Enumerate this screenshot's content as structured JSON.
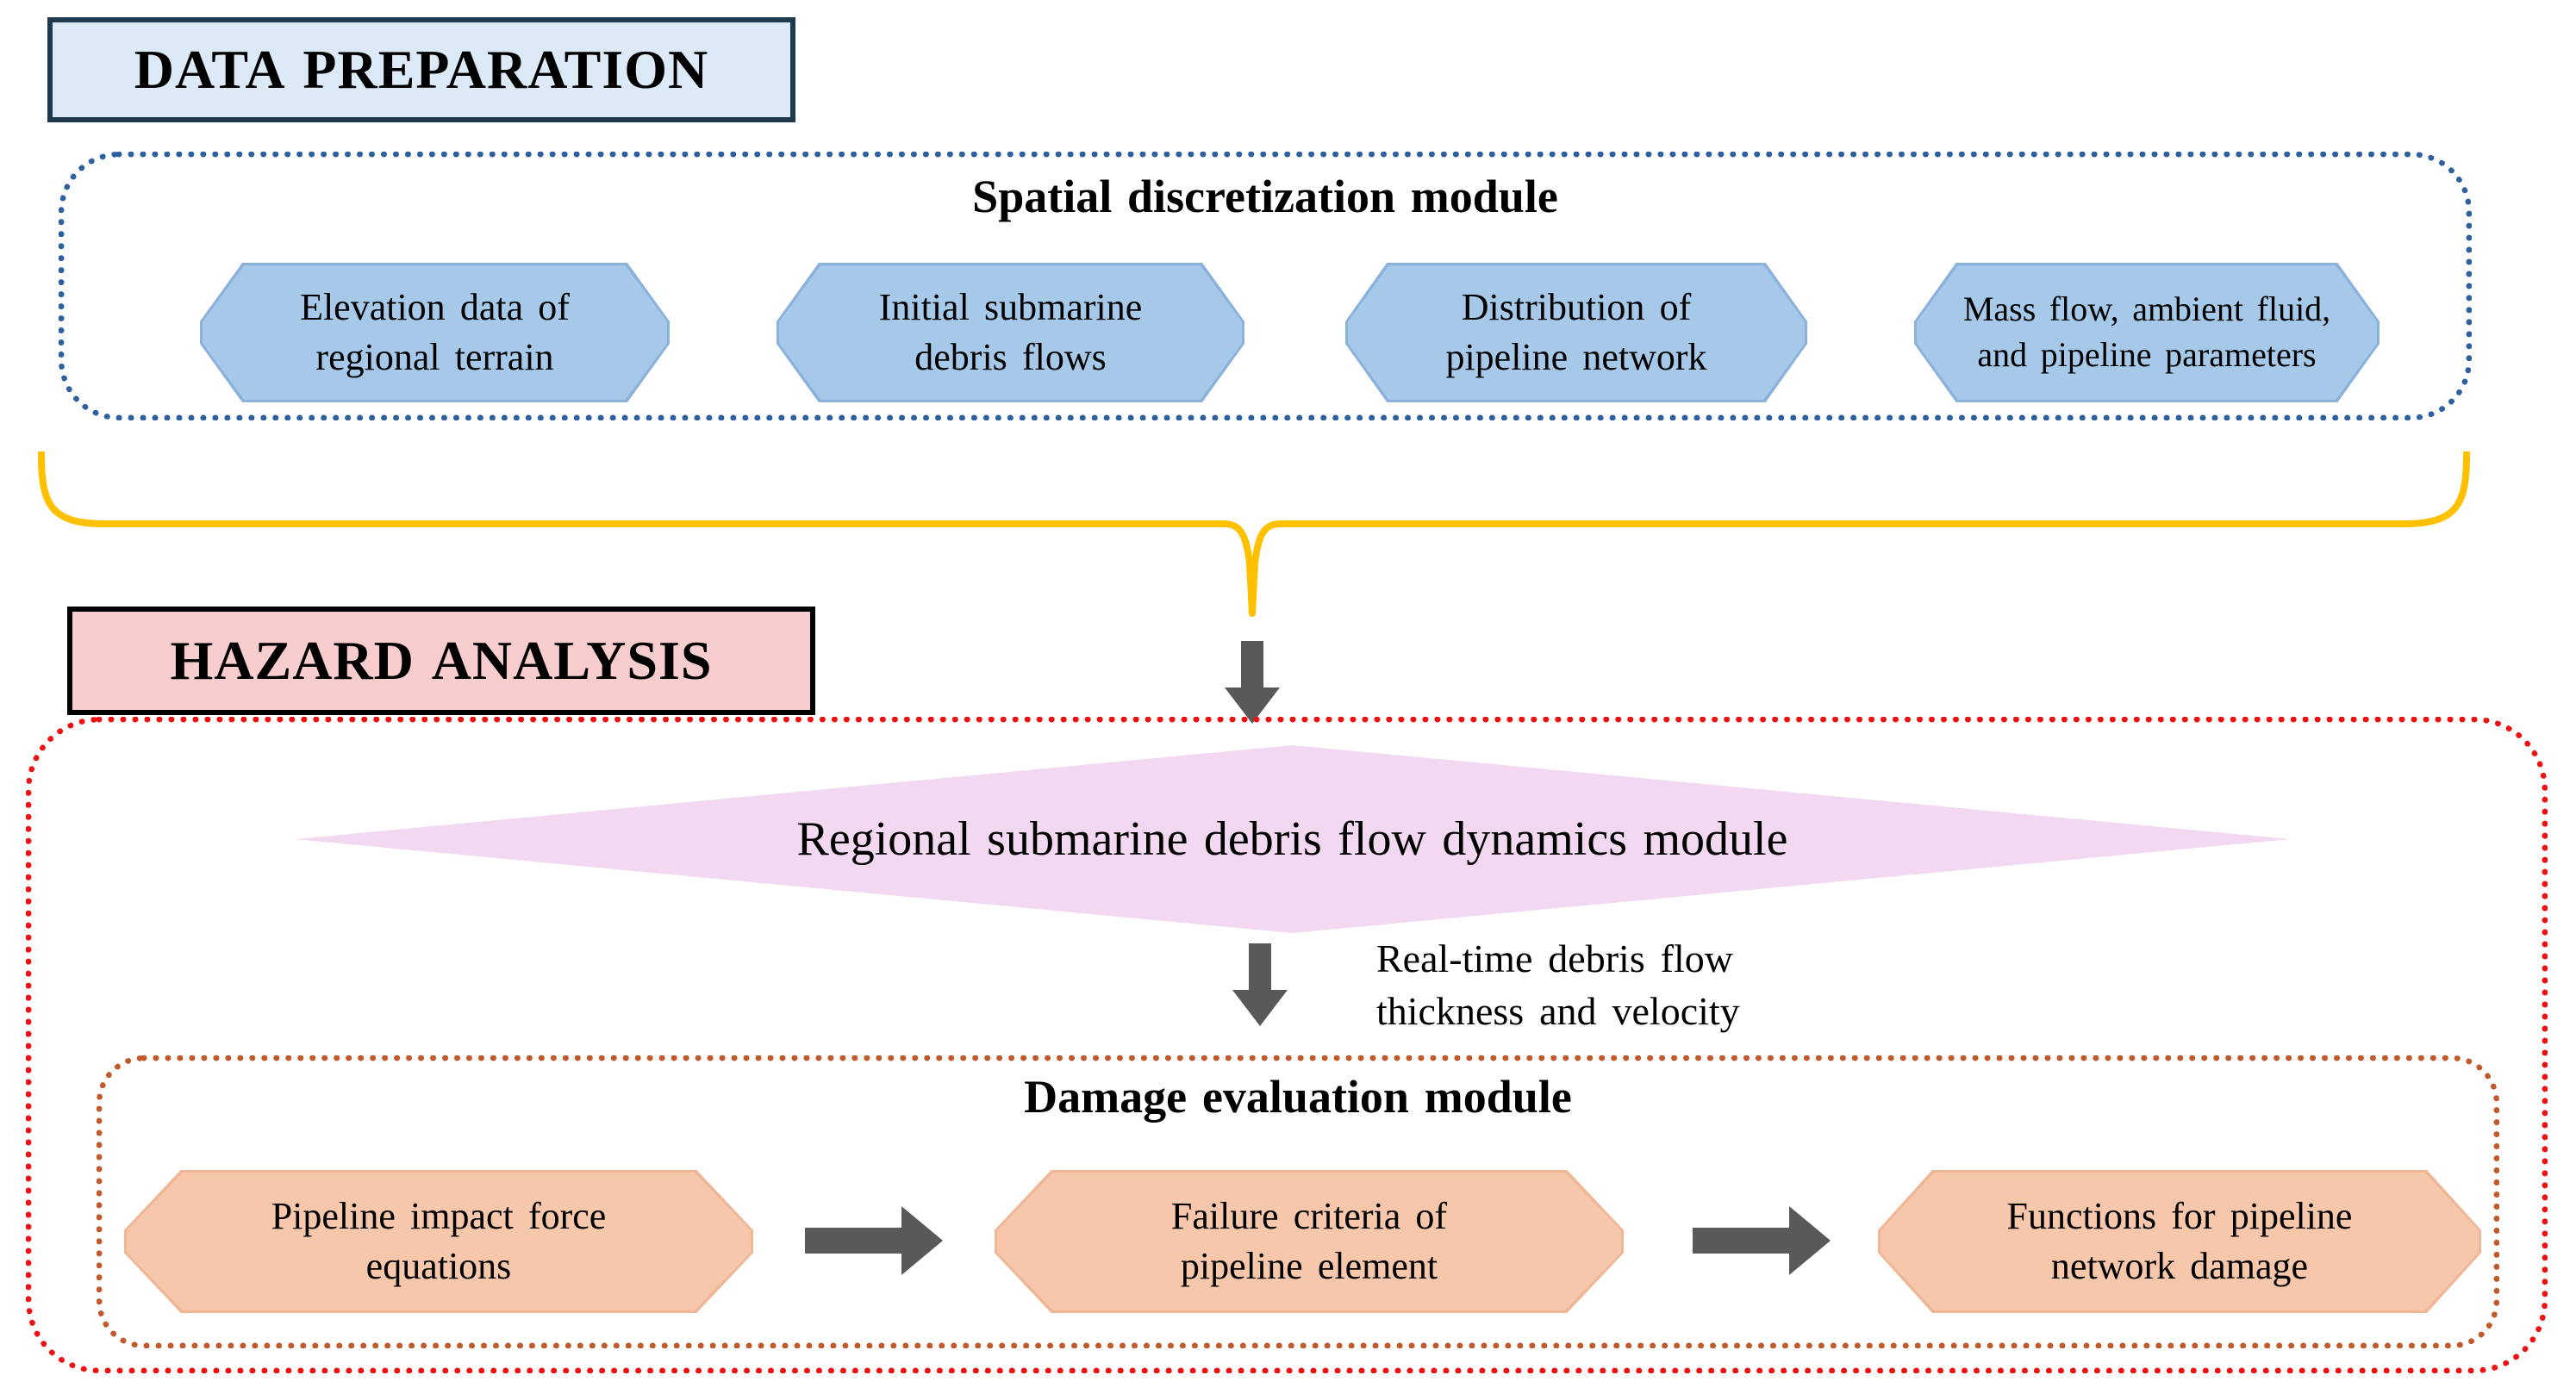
{
  "headers": {
    "data_preparation": "DATA PREPARATION",
    "hazard_analysis": "HAZARD ANALYSIS"
  },
  "spatial_module": {
    "title": "Spatial discretization module",
    "boxes": [
      {
        "line1": "Elevation data of",
        "line2": "regional terrain"
      },
      {
        "line1": "Initial submarine",
        "line2": "debris flows"
      },
      {
        "line1": "Distribution of",
        "line2": "pipeline network"
      },
      {
        "line1": "Mass flow, ambient fluid,",
        "line2": "and pipeline parameters"
      }
    ]
  },
  "dynamics_module": {
    "title": "Regional submarine debris flow dynamics module"
  },
  "flow_annotation": {
    "line1": "Real-time debris flow",
    "line2": "thickness and velocity"
  },
  "damage_module": {
    "title": "Damage evaluation module",
    "boxes": [
      {
        "line1": "Pipeline impact force",
        "line2": "equations"
      },
      {
        "line1": "Failure criteria of",
        "line2": "pipeline element"
      },
      {
        "line1": "Functions for pipeline",
        "line2": "network damage"
      }
    ]
  },
  "colors": {
    "data_preparation_fill": "#DCE9F7",
    "data_preparation_border": "#1E3A4C",
    "hazard_fill": "#F8CDCD",
    "hazard_border": "#000000",
    "spatial_container_border": "#2E5F9E",
    "hazard_container_border": "#EE1111",
    "damage_container_border": "#C05A2B",
    "input_box_fill": "#A6C9EA",
    "input_box_border": "#8AB2DA",
    "damage_box_fill": "#F6C7AB",
    "damage_box_border": "#EFB795",
    "diamond_fill": "#F3D8F1",
    "brace_color": "#FFC000",
    "arrow_color": "#595959"
  }
}
